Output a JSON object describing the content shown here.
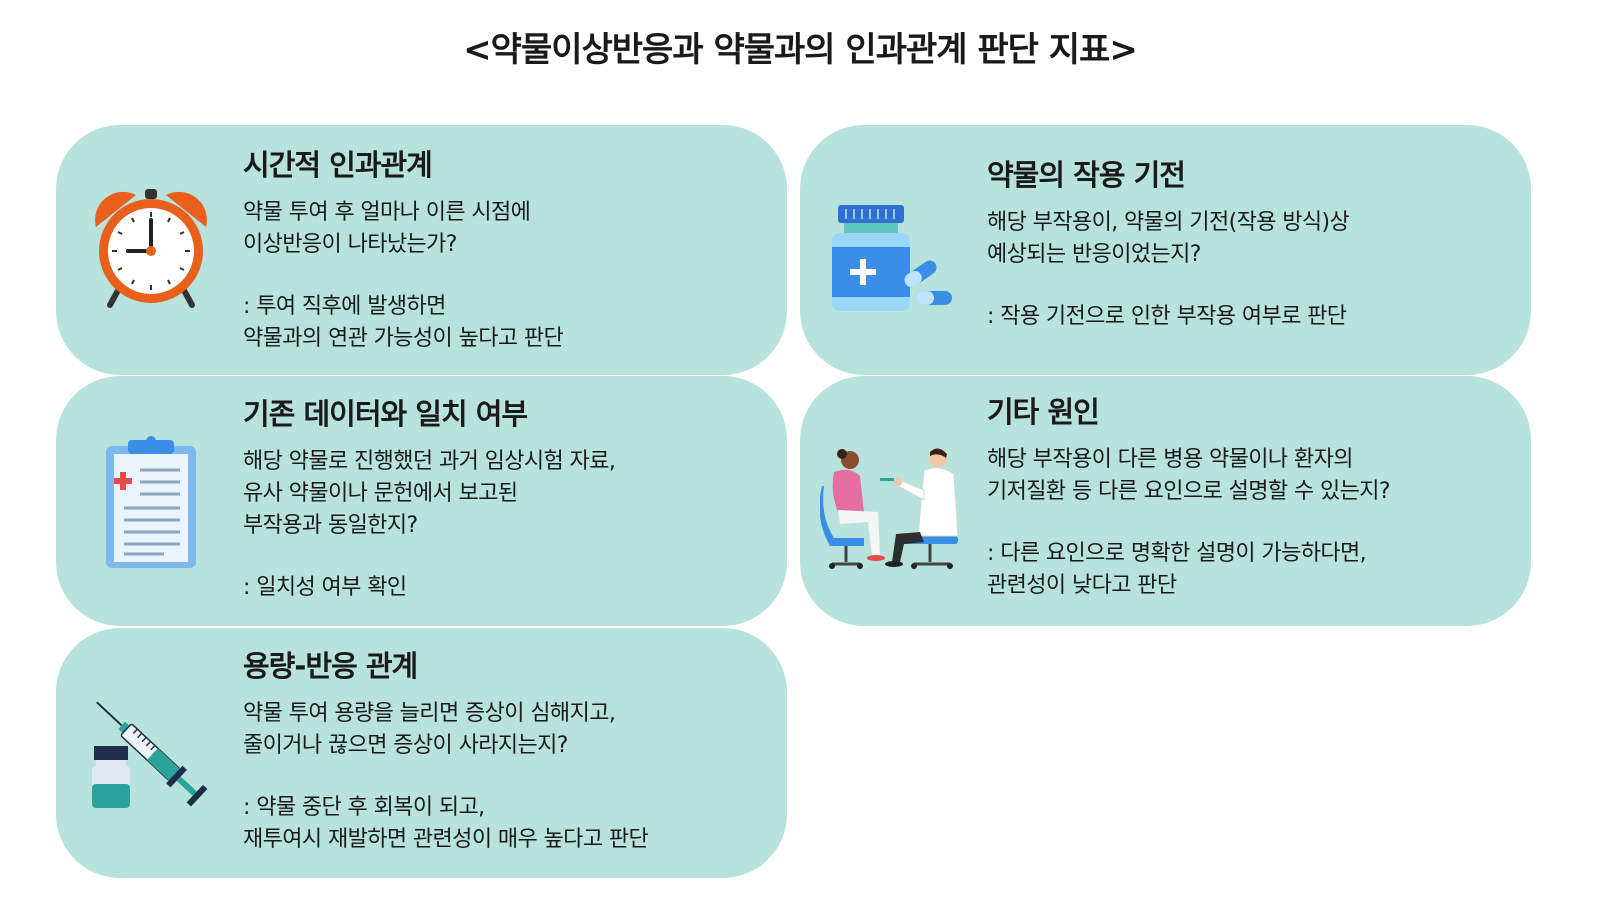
{
  "title": "<약물이상반응과 약물과의 인과관계 판단 지표>",
  "cards": [
    {
      "heading": "시간적 인과관계",
      "desc": "약물 투여 후 얼마나 이른 시점에\n이상반응이 나타났는가?",
      "note": ": 투여 직후에 발생하면\n  약물과의 연관 가능성이 높다고 판단",
      "icon": "alarm-clock-icon"
    },
    {
      "heading": "약물의 작용 기전",
      "desc": "해당 부작용이, 약물의 기전(작용 방식)상\n예상되는 반응이었는지?",
      "note": ": 작용 기전으로 인한 부작용 여부로 판단",
      "icon": "medicine-bottle-icon"
    },
    {
      "heading": "기존 데이터와 일치 여부",
      "desc": "해당 약물로 진행했던 과거 임상시험 자료,\n유사 약물이나 문헌에서 보고된\n부작용과 동일한지?",
      "note": ": 일치성 여부 확인",
      "icon": "clipboard-icon"
    },
    {
      "heading": "기타 원인",
      "desc": "해당 부작용이 다른 병용 약물이나 환자의\n기저질환 등 다른 요인으로 설명할 수 있는지?",
      "note": ": 다른 요인으로 명확한 설명이 가능하다면,\n  관련성이 낮다고 판단",
      "icon": "doctor-consultation-icon"
    },
    {
      "heading": "용량-반응 관계",
      "desc": "약물 투여 용량을 늘리면 증상이 심해지고,\n줄이거나 끊으면 증상이 사라지는지?",
      "note": ": 약물 중단 후 회복이 되고,\n  재투여시 재발하면 관련성이 매우 높다고 판단",
      "icon": "syringe-vial-icon"
    }
  ],
  "colors": {
    "card_bg": "#b8e3dd",
    "clock_orange": "#e8601c",
    "bottle_blue": "#3a8ee6",
    "syringe_teal": "#2aa39a"
  }
}
